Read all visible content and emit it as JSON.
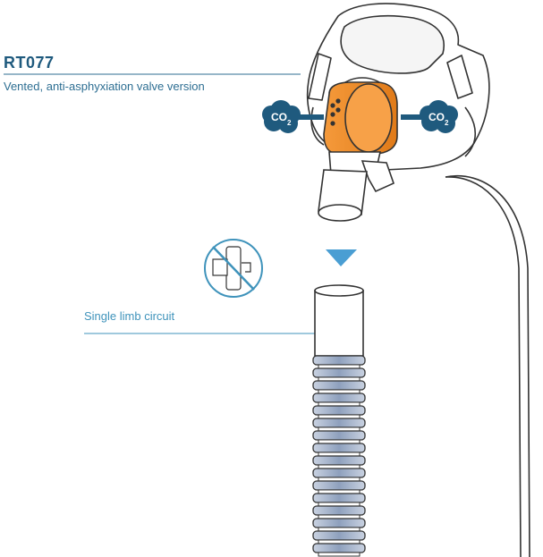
{
  "product": {
    "code": "RT077",
    "description": "Vented, anti-asphyxiation valve version"
  },
  "callout": {
    "label": "Single limb circuit"
  },
  "badges": {
    "left": "CO",
    "left_sub": "2",
    "right": "CO",
    "right_sub": "2"
  },
  "icons": {
    "prohibited": "no-valve-icon",
    "arrow": "down-arrow-icon"
  },
  "colors": {
    "accent": "#f28c28",
    "title": "#1f5a7e",
    "callout": "#3f93bb",
    "badge": "#1f5a7e",
    "tube_rib": "#9fb0c8"
  }
}
